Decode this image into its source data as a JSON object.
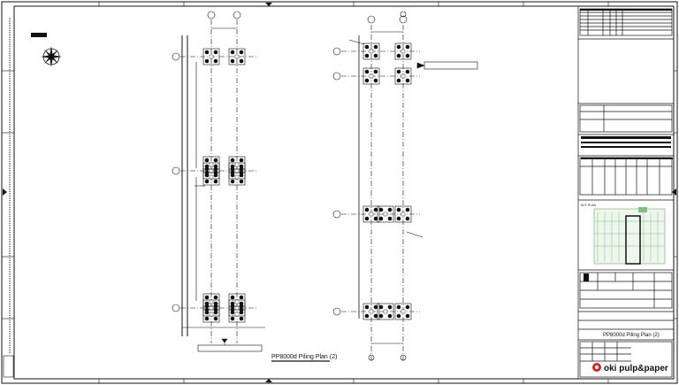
{
  "drawing": {
    "main_title": "PP8000d Piling Plan (2)"
  },
  "title_block": {
    "drawing_title": "PP8000d Piling Plan (2)",
    "company_name": "oki pulp&paper",
    "key_plan_label": "KEY PLAN"
  },
  "colors": {
    "line": "#111111",
    "keyplan_green": "#7fbf7f",
    "logo_red": "#d62020"
  },
  "icons": {
    "north": "north-arrow-icon",
    "logo": "company-logo-icon"
  }
}
